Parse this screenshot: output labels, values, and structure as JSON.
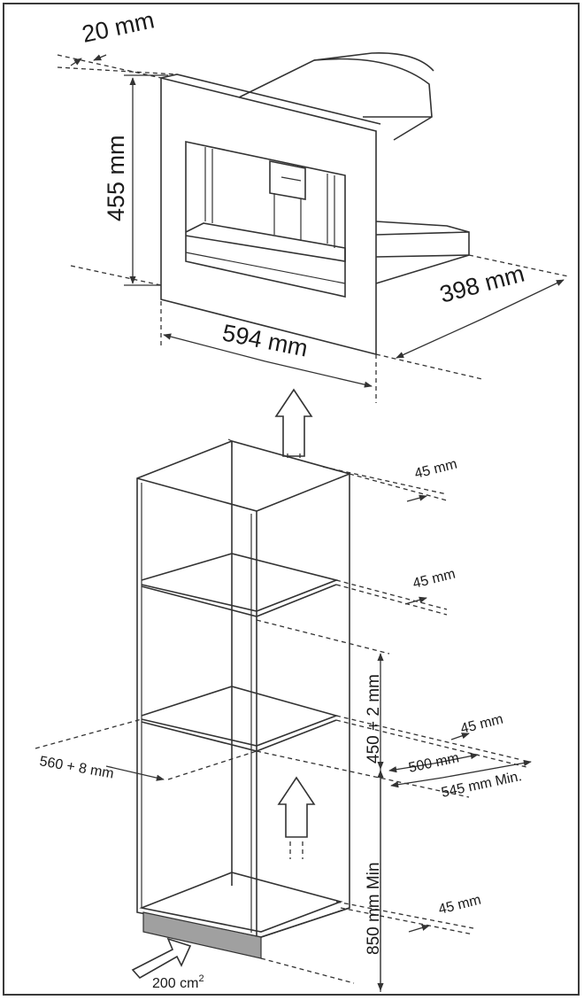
{
  "diagram": {
    "labels": {
      "depth_front": "20 mm",
      "height_unit": "455 mm",
      "width_unit": "594 mm",
      "depth_unit": "398 mm",
      "gap_top": "45 mm",
      "gap_shelf1": "45 mm",
      "niche_height": "450 + 2 mm",
      "gap_shelf2": "45 mm",
      "depth_500": "500 mm",
      "depth_545": "545 mm Min.",
      "width_niche": "560 + 8 mm",
      "height_floor": "850 mm Min",
      "gap_bottom": "45 mm",
      "vent_area": "200 cm",
      "vent_area_sup": "2"
    }
  }
}
